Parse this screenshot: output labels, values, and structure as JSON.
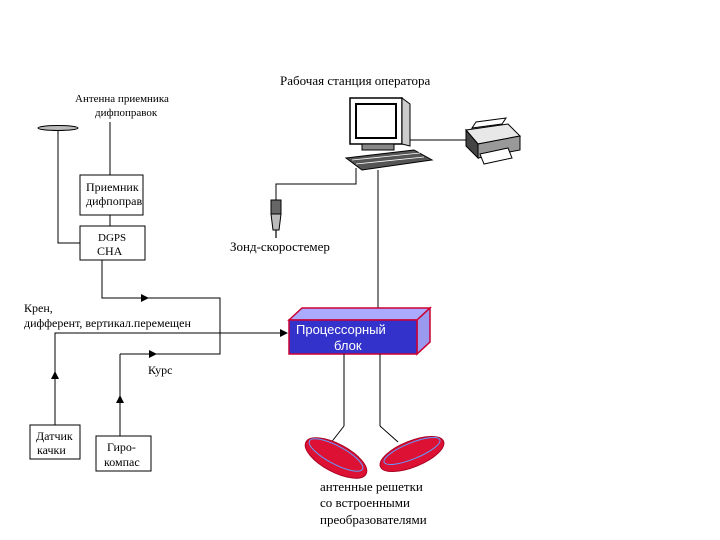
{
  "labels": {
    "operator_station": "Рабочая станция оператора",
    "antenna_line1": "Антенна приемника",
    "antenna_line2": "дифпоправок",
    "receiver_line1": "Приемник",
    "receiver_line2": "дифпоправ",
    "dgps_line1": "DGPS",
    "dgps_line2": "CHA",
    "probe": "Зонд-скоростемер",
    "roll_line1": "Крен,",
    "roll_line2": "дифферент, вертикал.перемещен",
    "course": "Курс",
    "processor_line1": "Процессорный",
    "processor_line2": "блок",
    "sensor_line1": "Датчик",
    "sensor_line2": "качки",
    "gyro_line1": "Гиро-",
    "gyro_line2": "компас",
    "arrays_line1": "антенные решетки",
    "arrays_line2": "со встроенными",
    "arrays_line3": "преобразователями"
  },
  "colors": {
    "processor_fill": "#3333cc",
    "processor_border": "#cc0033",
    "array_fill": "#dd1133",
    "array_stripe": "#6699ff"
  },
  "icons": {
    "workstation": "computer-icon",
    "printer": "printer-icon",
    "probe": "probe-icon",
    "antenna": "antenna-icon"
  }
}
